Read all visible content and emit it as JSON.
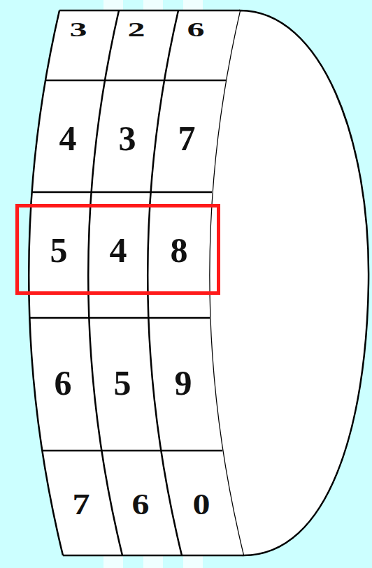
{
  "diagram": {
    "nodes": [
      {
        "text": [
          "5",
          "4",
          "8"
        ]
      }
    ],
    "labels": [
      "3",
      "2",
      "6",
      "4",
      "3",
      "7",
      "6",
      "5",
      "9",
      "7",
      "6",
      "0"
    ]
  }
}
